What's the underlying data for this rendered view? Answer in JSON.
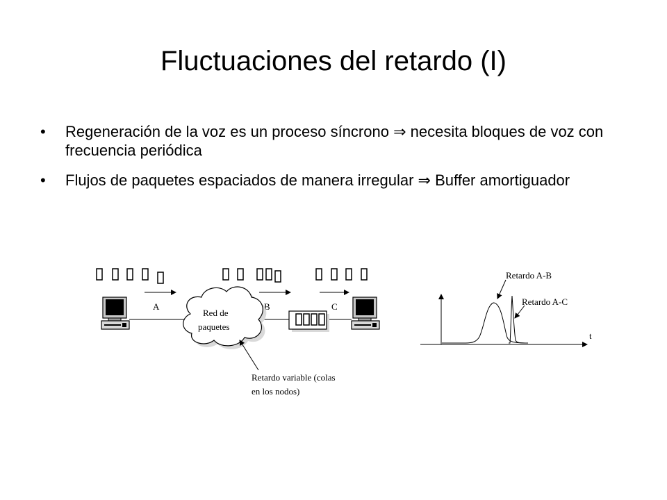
{
  "slide": {
    "title": "Fluctuaciones del retardo (I)",
    "bullets": [
      {
        "text_before": "Regeneración de la voz es un proceso síncrono ",
        "arrow": "⇒",
        "text_after": " necesita bloques de voz con frecuencia periódica"
      },
      {
        "text_before": "Flujos de paquetes espaciados de manera irregular ",
        "arrow": "⇒",
        "text_after": " Buffer amortiguador"
      }
    ],
    "bullet_symbol": "•"
  },
  "diagram": {
    "label_a": "A",
    "label_b": "B",
    "label_c": "C",
    "cloud_label_1": "Red de",
    "cloud_label_2": "paquetes",
    "queue_note_1": "Retardo variable (colas",
    "queue_note_2": "en los nodos)",
    "packet_glyph": "▯"
  },
  "delay_plot": {
    "label_ab": "Retardo A-B",
    "label_ac": "Retardo A-C",
    "axis_t": "t"
  }
}
